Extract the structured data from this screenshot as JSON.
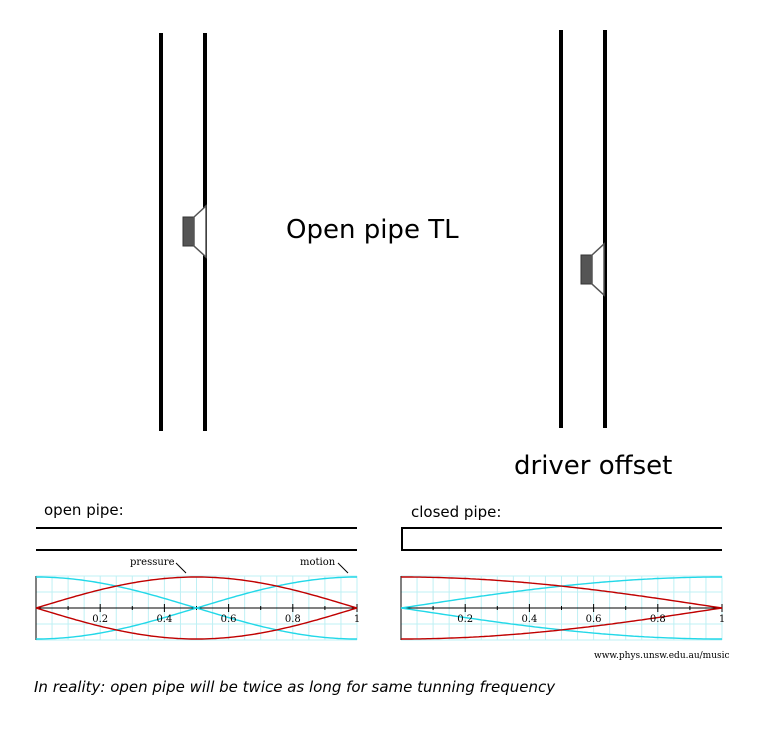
{
  "diagram": {
    "title": "Open pipe TL",
    "offset_caption": "driver offset"
  },
  "plots": {
    "open": {
      "label": "open pipe:",
      "pressure_label": "pressure",
      "motion_label": "motion",
      "ticks": [
        "0.2",
        "0.4",
        "0.6",
        "0.8",
        "1"
      ]
    },
    "closed": {
      "label": "closed pipe:",
      "ticks": [
        "0.2",
        "0.4",
        "0.6",
        "0.8",
        "1"
      ]
    },
    "colors": {
      "pressure": "#c00000",
      "motion": "#22d8e8",
      "grid": "#bff0f4"
    }
  },
  "credit": "www.phys.unsw.edu.au/music",
  "footer": "In reality: open pipe will be twice as long for same tunning frequency"
}
